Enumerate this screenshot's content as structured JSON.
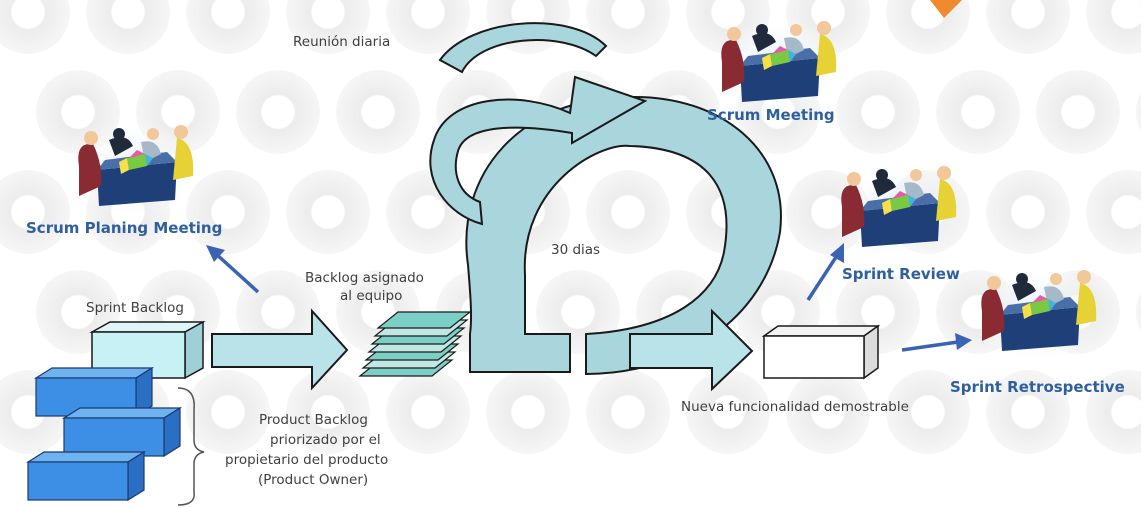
{
  "diagram": {
    "labels": {
      "daily_meeting": "Reunión diaria",
      "thirty_days": "30 dias",
      "sprint_backlog": "Sprint Backlog",
      "backlog_assigned_1": "Backlog asignado",
      "backlog_assigned_2": "al equipo",
      "product_backlog_1": "Product Backlog",
      "product_backlog_2": "priorizado por el",
      "product_backlog_3": "propietario del producto",
      "product_backlog_4": "(Product Owner)",
      "new_functionality": "Nueva funcionalidad demostrable"
    },
    "meetings": {
      "scrum_meeting": "Scrum Meeting",
      "planning": "Scrum Planing Meeting",
      "review": "Sprint Review",
      "retrospective": "Sprint Retrospective"
    }
  },
  "colors": {
    "arrow_fill": "#b9e3e8",
    "cycle_fill": "#a9d6dc",
    "outline": "#1a1a1a",
    "blue_box": "#3d8fe6",
    "title_blue": "#2f5f9e",
    "pointer_blue": "#3b63b3",
    "background_circle": "#eeeeee"
  }
}
